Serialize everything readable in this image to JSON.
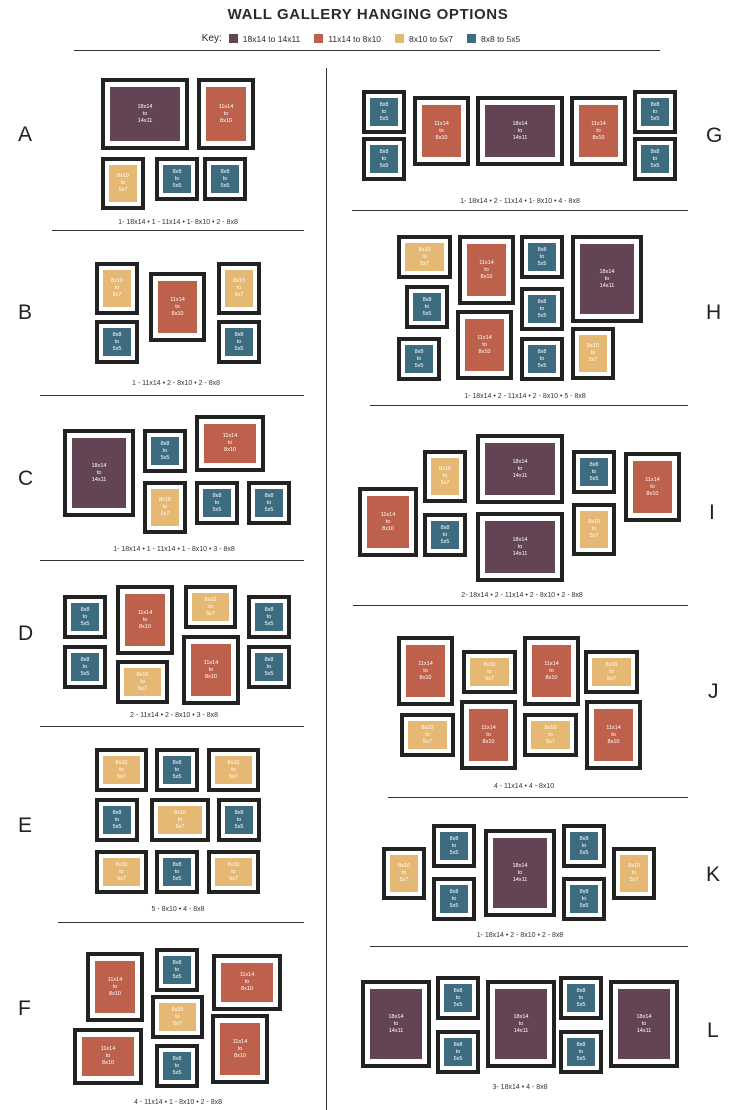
{
  "title": "WALL GALLERY HANGING OPTIONS",
  "key": {
    "label": "Key:",
    "items": [
      {
        "label": "18x14 to 14x11",
        "color": "#634455"
      },
      {
        "label": "11x14 to 8x10",
        "color": "#bd614c"
      },
      {
        "label": "8x10 to 5x7",
        "color": "#e5b873"
      },
      {
        "label": "8x8 to 5x5",
        "color": "#3d6c81"
      }
    ]
  },
  "sizes": {
    "L": {
      "color": "#634455",
      "from": "18x14",
      "to": "14x11"
    },
    "M": {
      "color": "#bd614c",
      "from": "11x14",
      "to": "8x10"
    },
    "S": {
      "color": "#e5b873",
      "from": "8x10",
      "to": "5x7"
    },
    "Q": {
      "color": "#3d6c81",
      "from": "8x8",
      "to": "5x5"
    },
    "to_word": "to"
  },
  "layouts": [
    {
      "letter": "A",
      "caption": "1- 18x14 • 1 - 11x14 • 1- 8x10 • 2 - 8x8"
    },
    {
      "letter": "B",
      "caption": "1 - 11x14 • 2 - 8x10 • 2 - 8x8"
    },
    {
      "letter": "C",
      "caption": "1- 18x14 • 1 - 11x14 • 1 - 8x10 • 3 - 8x8"
    },
    {
      "letter": "D",
      "caption": "2 - 11x14 • 2 - 8x10 • 3 - 8x8"
    },
    {
      "letter": "E",
      "caption": "5 - 8x10 • 4 - 8x8"
    },
    {
      "letter": "F",
      "caption": "4 - 11x14 • 1 - 8x10 • 2 - 8x8"
    },
    {
      "letter": "G",
      "caption": "1- 18x14 • 2 - 11x14 • 1- 8x10 • 4 - 8x8"
    },
    {
      "letter": "H",
      "caption": "1- 18x14 • 2 - 11x14 • 2 - 8x10 • 5 - 8x8"
    },
    {
      "letter": "I",
      "caption": "2- 18x14 • 2 - 11x14 • 2 - 8x10 • 2 - 8x8"
    },
    {
      "letter": "J",
      "caption": "4 - 11x14 • 4 - 8x10"
    },
    {
      "letter": "K",
      "caption": "1- 18x14 • 2 - 8x10 • 2 - 8x8"
    },
    {
      "letter": "L",
      "caption": "3- 18x14 • 4 - 8x8"
    }
  ]
}
